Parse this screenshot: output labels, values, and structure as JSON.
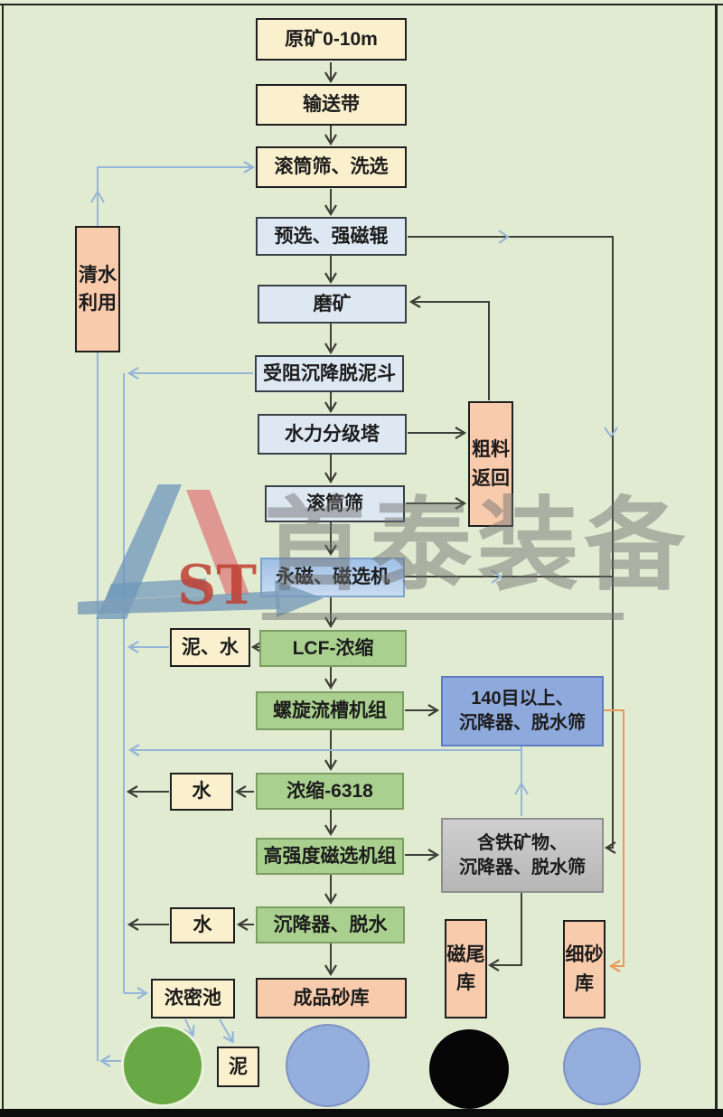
{
  "diagram_type": "mineral-processing-flowchart",
  "watermark": {
    "brand_text": "首泰装备",
    "logo_text": "ST"
  },
  "nodes": {
    "raw_ore": {
      "label": "原矿0-10m"
    },
    "conveyor": {
      "label": "输送带"
    },
    "drum_screen_wash": {
      "label": "滚筒筛、洗选"
    },
    "preselect_magnetic_roller": {
      "label": "预选、强磁辊"
    },
    "grinding": {
      "label": "磨矿"
    },
    "hindered_settling_hopper": {
      "label": "受阻沉降脱泥斗"
    },
    "hydraulic_classification_tower": {
      "label": "水力分级塔"
    },
    "drum_screen": {
      "label": "滚筒筛"
    },
    "permanent_magnetic_separator": {
      "label": "永磁、磁选机"
    },
    "lcf_thickening": {
      "label": "LCF-浓缩"
    },
    "mud_water": {
      "label": "泥、水"
    },
    "spiral_chute_unit": {
      "label": "螺旋流槽机组"
    },
    "thickening_6318": {
      "label": "浓缩-6318"
    },
    "water_1": {
      "label": "水"
    },
    "high_intensity_magnetic_unit": {
      "label": "高强度磁选机组"
    },
    "settler_dewatering": {
      "label": "沉降器、脱水"
    },
    "water_2": {
      "label": "水"
    },
    "thickening_pond": {
      "label": "浓密池"
    },
    "product_sand_storage": {
      "label": "成品砂库"
    },
    "mesh_140_dewatering": {
      "line1": "140目以上、",
      "line2": "沉降器、脱水筛"
    },
    "iron_minerals_dewatering": {
      "line1": "含铁矿物、",
      "line2": "沉降器、脱水筛"
    },
    "coarse_return": {
      "label": "粗料返回"
    },
    "clean_water_reuse": {
      "label": "清水利用"
    },
    "magnetic_tailings_storage": {
      "label": "磁尾库"
    },
    "fine_sand_storage": {
      "label": "细砂库"
    },
    "mud": {
      "label": "泥"
    }
  },
  "colors": {
    "background": "#e1ebd2",
    "line_dark": "#3d4038",
    "line_blue": "#95b6d8",
    "line_orange": "#e89a5e",
    "box_cream": "#fbf0cd",
    "box_lightblue": "#dde8f3",
    "box_medium_blue": "#a9c7e8",
    "box_deep_blue": "#8ea9dc",
    "box_green": "#a9d08e",
    "box_gray": "#c2c2c2",
    "box_salmon": "#f8cbad",
    "pond_green": "#68a845",
    "pond_blue": "#94aede",
    "pond_black": "#060606"
  }
}
